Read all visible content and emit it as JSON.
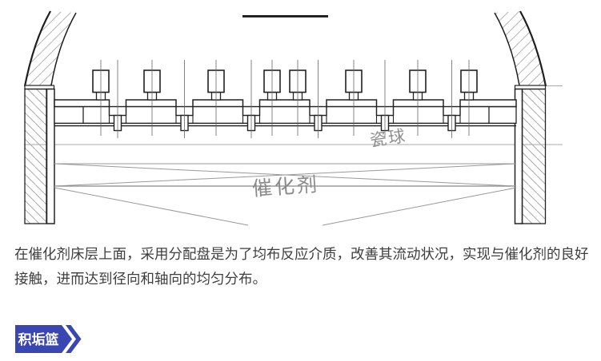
{
  "figure": {
    "description": "Cross-section engineering drawing of a reactor distribution tray with riser nozzles above a ceramic-ball layer and catalyst bed",
    "labels": {
      "ceramic_balls": "瓷球",
      "catalyst": "催化剂"
    }
  },
  "article": {
    "paragraph": "在催化剂床层上面，采用分配盘是为了均布反应介质，改善其流动状况，实现与催化剂的良好接触，进而达到径向和轴向的均匀分布。"
  },
  "badge": {
    "label": "积垢篮"
  },
  "colors": {
    "line_dark": "#222222",
    "line_gray": "#999999",
    "hatch_gray": "#b0b0b0",
    "label_gray": "#8f8f8f",
    "body_text": "#3e3e3e",
    "badge_blue": "#3a46b2",
    "background": "#ffffff"
  }
}
